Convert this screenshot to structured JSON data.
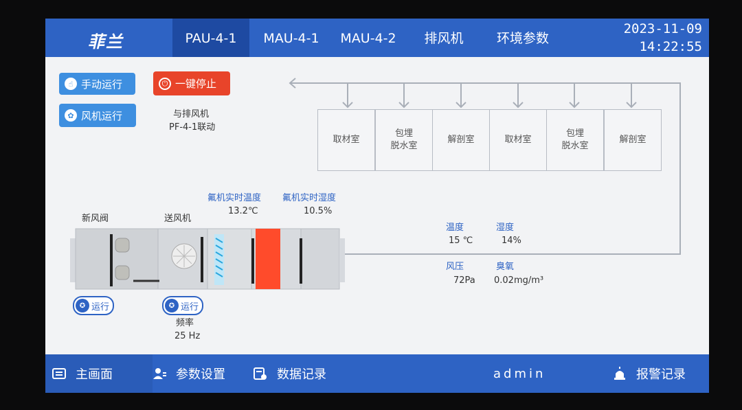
{
  "header": {
    "logo": "菲兰",
    "tabs": [
      {
        "label": "PAU-4-1",
        "active": true
      },
      {
        "label": "MAU-4-1",
        "active": false
      },
      {
        "label": "MAU-4-2",
        "active": false
      },
      {
        "label": "排风机",
        "active": false
      },
      {
        "label": "环境参数",
        "active": false
      }
    ],
    "date": "2023-11-09",
    "time": "14:22:55"
  },
  "controls": {
    "manual_label": "手动运行",
    "stop_label": "一键停止",
    "fan_label": "风机运行",
    "linkage_line1": "与排风机",
    "linkage_line2": "PF-4-1联动"
  },
  "rooms": [
    "取材室",
    "包埋\n脱水室",
    "解剖室",
    "取材室",
    "包埋\n脱水室",
    "解剖室"
  ],
  "unit": {
    "fresh_air_valve_label": "新风阀",
    "supply_fan_label": "送风机",
    "temp_label": "氟机实时温度",
    "temp_value": "13.2℃",
    "humidity_label": "氟机实时湿度",
    "humidity_value": "10.5%",
    "valve_status": "运行",
    "fan_status": "运行",
    "freq_label": "频率",
    "freq_value": "25  Hz"
  },
  "env": {
    "temp_label": "温度",
    "temp_value": "15 ℃",
    "hum_label": "湿度",
    "hum_value": "14%",
    "pressure_label": "风压",
    "pressure_value": "72Pa",
    "ozone_label": "臭氧",
    "ozone_value": "0.02mg/m³"
  },
  "footer": {
    "main": "主画面",
    "params": "参数设置",
    "records": "数据记录",
    "user": "admin",
    "alarm": "报警记录"
  },
  "colors": {
    "primary": "#2e63c4",
    "stop": "#e8442a",
    "button": "#3e8fe0"
  }
}
